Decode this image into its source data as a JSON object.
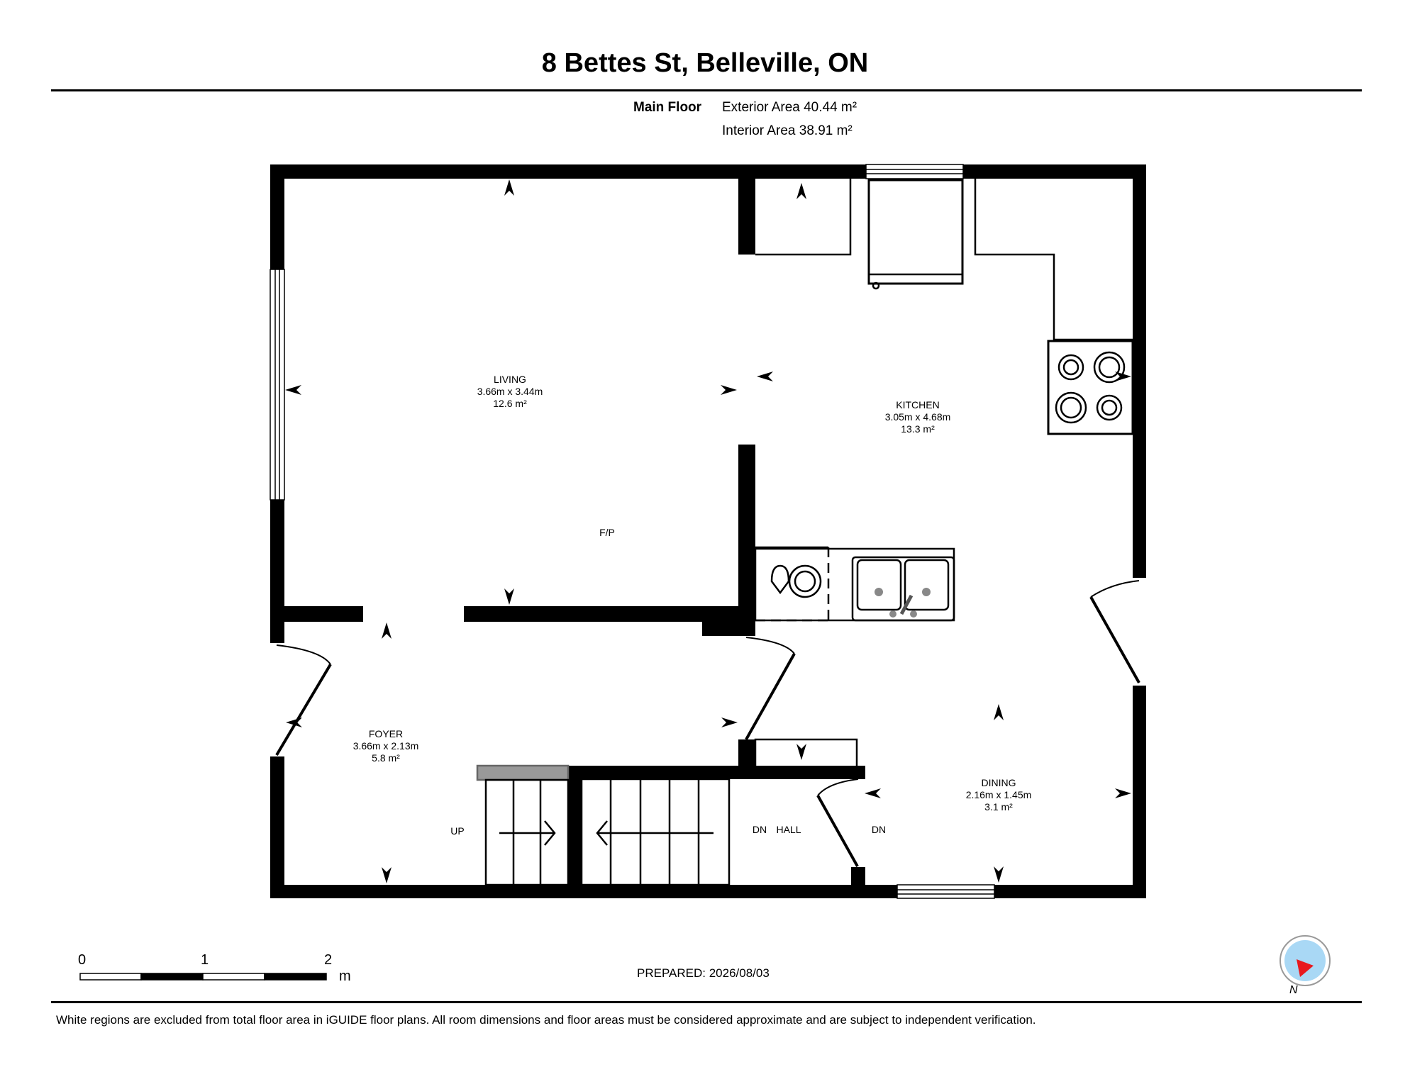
{
  "header": {
    "title": "8 Bettes St, Belleville, ON"
  },
  "summary": {
    "floor_name": "Main Floor",
    "exterior_area": "Exterior Area 40.44 m²",
    "interior_area": "Interior Area 38.91 m²"
  },
  "rooms": {
    "living": {
      "name": "LIVING",
      "dims": "3.66m x 3.44m",
      "area": "12.6 m²"
    },
    "kitchen": {
      "name": "KITCHEN",
      "dims": "3.05m x 4.68m",
      "area": "13.3 m²"
    },
    "foyer": {
      "name": "FOYER",
      "dims": "3.66m x 2.13m",
      "area": "5.8 m²"
    },
    "dining": {
      "name": "DINING",
      "dims": "2.16m x 1.45m",
      "area": "3.1 m²"
    }
  },
  "labels": {
    "fireplace": "F/P",
    "stairs_up": "UP",
    "stairs_down_1": "DN",
    "hall": "HALL",
    "stairs_down_2": "DN"
  },
  "scale": {
    "ticks": [
      "0",
      "1",
      "2"
    ],
    "unit": "m"
  },
  "prepared": "PREPARED: 2026/08/03",
  "compass": {
    "label": "N",
    "accent": "#e8191f",
    "fill": "#a9d8f5"
  },
  "footer": {
    "disclaimer": "White regions are excluded from total floor area in iGUIDE floor plans. All room dimensions and floor areas must be considered approximate and are subject to independent verification."
  }
}
